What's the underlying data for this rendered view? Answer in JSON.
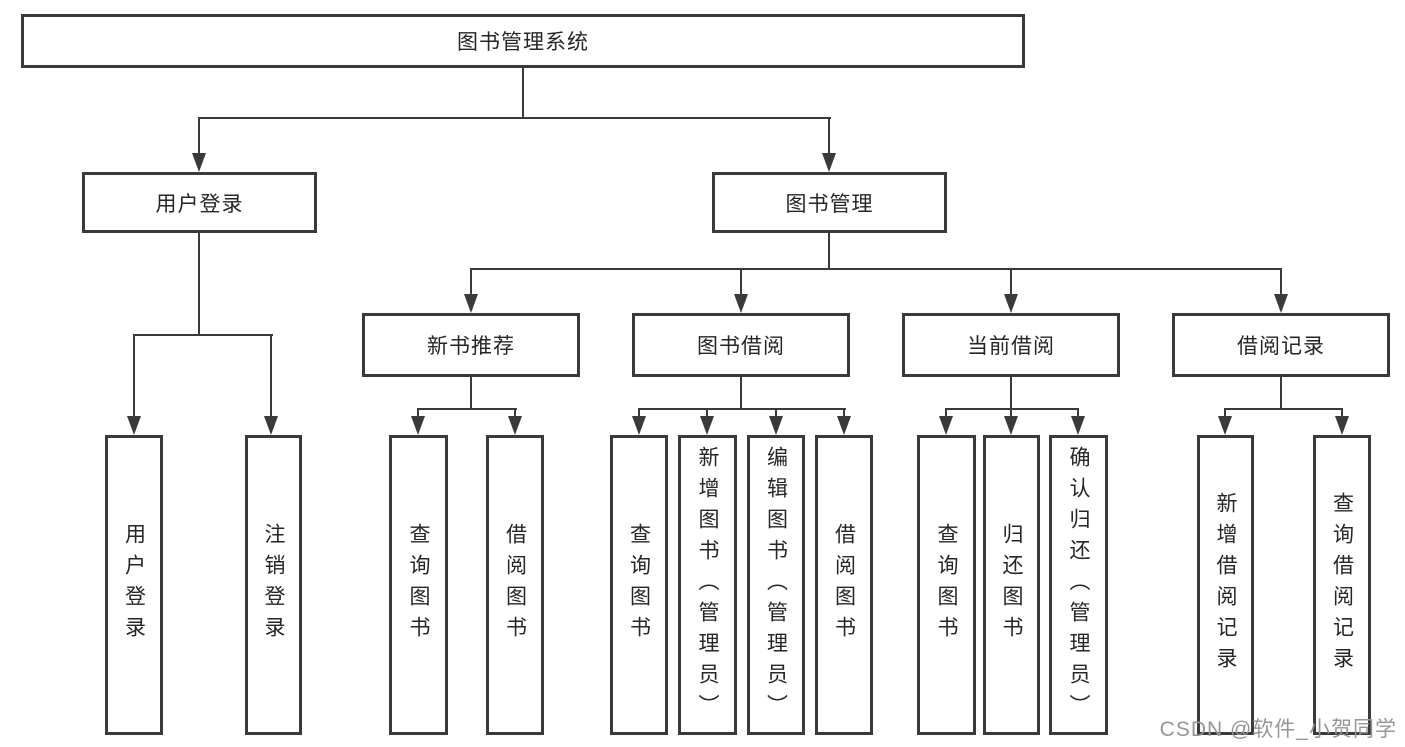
{
  "diagram": {
    "root": {
      "label": "图书管理系统"
    },
    "level2": [
      {
        "label": "用户登录",
        "children": [
          {
            "label": "用户登录"
          },
          {
            "label": "注销登录"
          }
        ]
      },
      {
        "label": "图书管理",
        "children": [
          {
            "label": "新书推荐",
            "children": [
              {
                "label": "查询图书"
              },
              {
                "label": "借阅图书"
              }
            ]
          },
          {
            "label": "图书借阅",
            "children": [
              {
                "label": "查询图书"
              },
              {
                "label": "新增图书（管理员）"
              },
              {
                "label": "编辑图书（管理员）"
              },
              {
                "label": "借阅图书"
              }
            ]
          },
          {
            "label": "当前借阅",
            "children": [
              {
                "label": "查询图书"
              },
              {
                "label": "归还图书"
              },
              {
                "label": "确认归还（管理员）"
              }
            ]
          },
          {
            "label": "借阅记录",
            "children": [
              {
                "label": "新增借阅记录"
              },
              {
                "label": "查询借阅记录"
              }
            ]
          }
        ]
      }
    ]
  },
  "watermark": {
    "text": "CSDN @软件_小贺同学"
  },
  "colors": {
    "line": "#3a3a3a",
    "text": "#262626",
    "watermark": "#969696",
    "background": "#ffffff"
  }
}
